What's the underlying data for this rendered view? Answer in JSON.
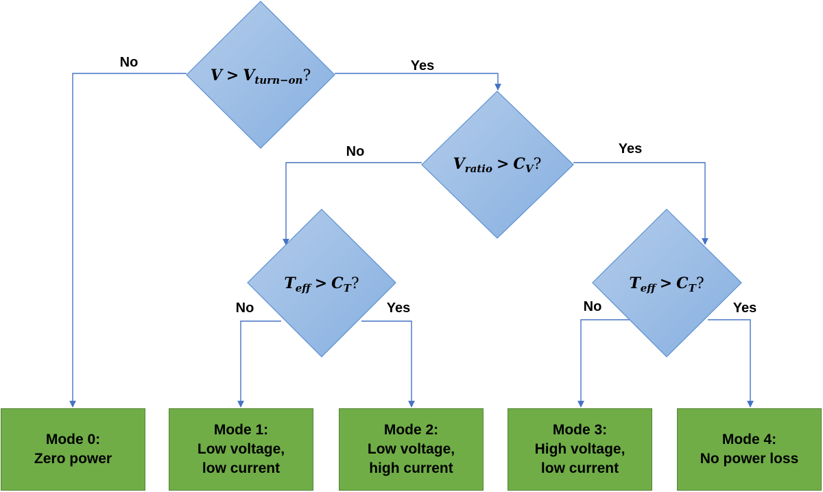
{
  "colors": {
    "diamond_fill_light": "#b4cdeb",
    "diamond_fill_dark": "#86afe0",
    "diamond_stroke": "#5b8fd1",
    "connector": "#4472c4",
    "mode_fill": "#70ad47",
    "mode_stroke": "#548235"
  },
  "decisions": {
    "d1": {
      "var": "V",
      "cmp": "V",
      "cmp_sub": "turn−on",
      "op": ">",
      "q": "?"
    },
    "d2": {
      "var": "V",
      "var_sub": "ratio",
      "cmp": "C",
      "cmp_sub": "V",
      "op": ">",
      "q": "?"
    },
    "d3": {
      "var": "T",
      "var_sub": "eff",
      "cmp": "C",
      "cmp_sub": "T",
      "op": ">",
      "q": "?"
    },
    "d4": {
      "var": "T",
      "var_sub": "eff",
      "cmp": "C",
      "cmp_sub": "T",
      "op": ">",
      "q": "?"
    }
  },
  "branch_labels": {
    "d1_no": "No",
    "d1_yes": "Yes",
    "d2_no": "No",
    "d2_yes": "Yes",
    "d3_no": "No",
    "d3_yes": "Yes",
    "d4_no": "No",
    "d4_yes": "Yes"
  },
  "modes": [
    {
      "title": "Mode 0:",
      "line1": "Zero power",
      "line2": ""
    },
    {
      "title": "Mode 1:",
      "line1": "Low voltage,",
      "line2": "low current"
    },
    {
      "title": "Mode 2:",
      "line1": "Low voltage,",
      "line2": "high current"
    },
    {
      "title": "Mode 3:",
      "line1": "High voltage,",
      "line2": "low current"
    },
    {
      "title": "Mode 4:",
      "line1": "No power loss",
      "line2": ""
    }
  ]
}
